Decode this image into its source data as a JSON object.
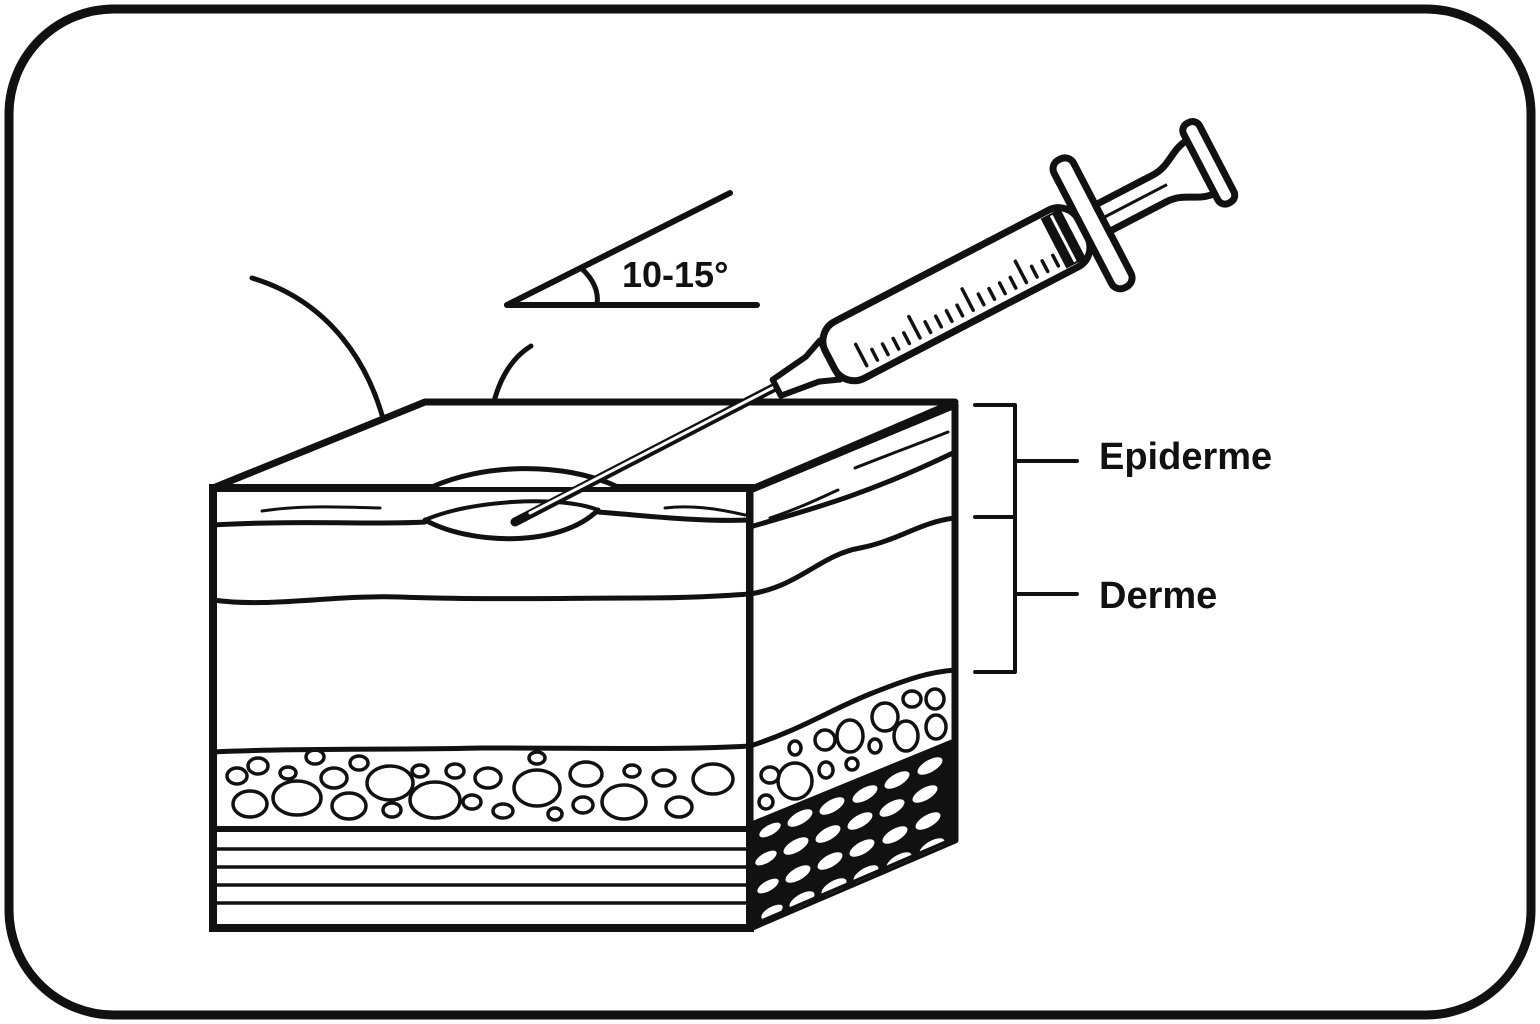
{
  "angle_label": "10-15°",
  "labels": {
    "epidermis": "Epiderme",
    "dermis": "Derme"
  },
  "colors": {
    "ink": "#111111",
    "background": "#ffffff"
  }
}
